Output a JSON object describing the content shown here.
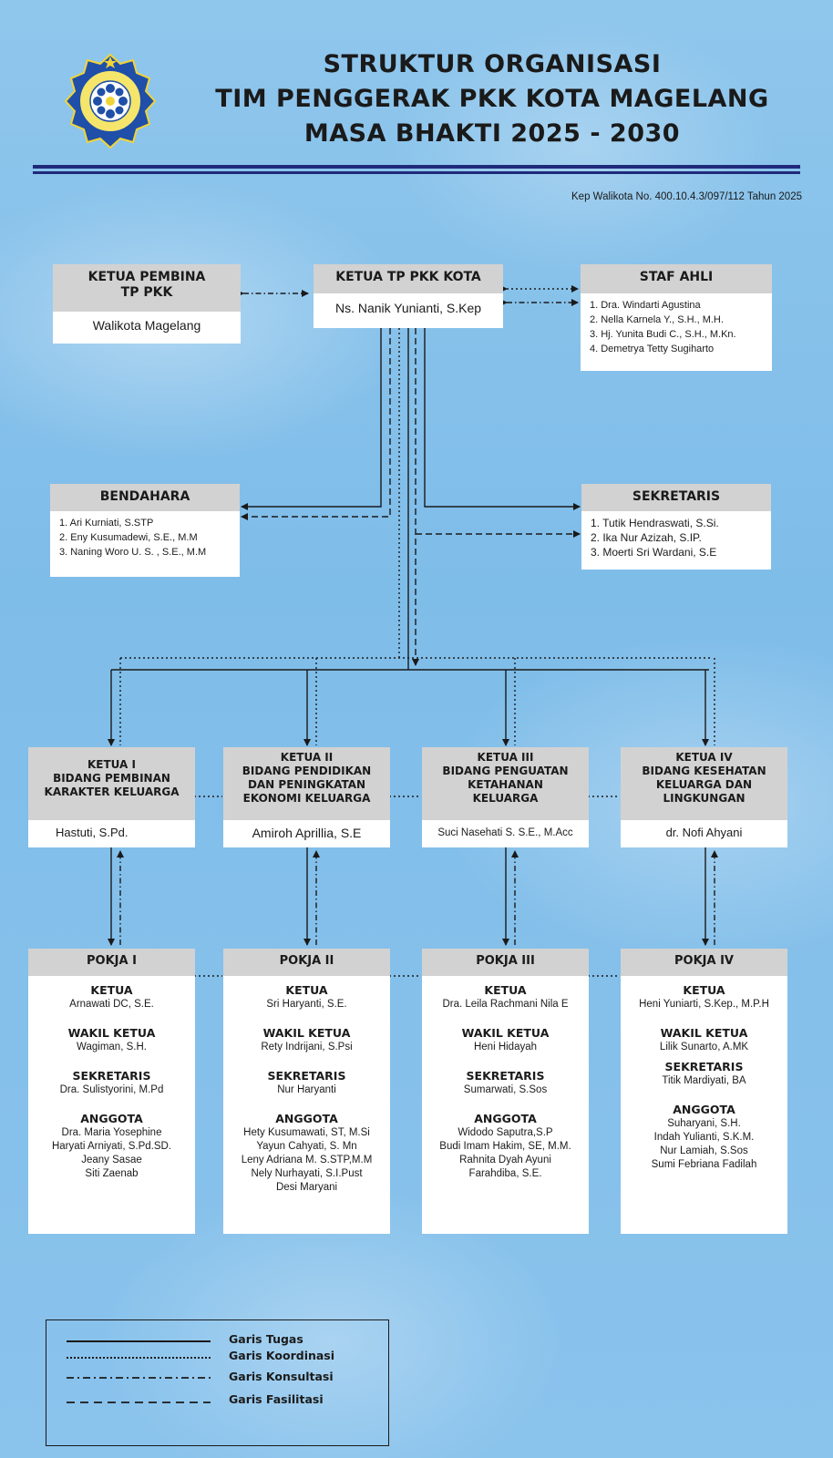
{
  "title": {
    "line1": "STRUKTUR ORGANISASI",
    "line2": "TIM PENGGERAK PKK KOTA MAGELANG",
    "line3": "MASA BHAKTI 2025 - 2030"
  },
  "reference": "Kep Walikota No. 400.10.4.3/097/112 Tahun 2025",
  "colors": {
    "rule": "#1f2a7a",
    "header": "#d2d2d2",
    "box": "#ffffff",
    "background": "#86c1eb"
  },
  "ketua_pembina": {
    "header": "KETUA PEMBINA\nTP PKK",
    "name": "Walikota Magelang"
  },
  "ketua_tp": {
    "header": "KETUA TP PKK KOTA",
    "name": "Ns. Nanik Yunianti, S.Kep"
  },
  "staf_ahli": {
    "header": "STAF AHLI",
    "members": [
      "1. Dra. Windarti Agustina",
      "2. Nella Karnela Y., S.H., M.H.",
      "3. Hj. Yunita Budi C., S.H., M.Kn.",
      "4. Demetrya Tetty Sugiharto"
    ]
  },
  "bendahara": {
    "header": "BENDAHARA",
    "members": [
      "1. Ari Kurniati, S.STP",
      "2. Eny Kusumadewi, S.E., M.M",
      "3. Naning Woro U. S. , S.E., M.M"
    ]
  },
  "sekretaris": {
    "header": "SEKRETARIS",
    "members": [
      "1. Tutik Hendraswati, S.Si.",
      "2. Ika Nur Azizah, S.IP.",
      "3. Moerti Sri Wardani, S.E"
    ]
  },
  "ketua_bidang": [
    {
      "header": "KETUA I\nBIDANG PEMBINAN\nKARAKTER KELUARGA",
      "name": "Hastuti, S.Pd."
    },
    {
      "header": "KETUA II\nBIDANG PENDIDIKAN\nDAN PENINGKATAN\nEKONOMI KELUARGA",
      "name": "Amiroh Aprillia, S.E"
    },
    {
      "header": "KETUA III\nBIDANG PENGUATAN\nKETAHANAN\nKELUARGA",
      "name": "Suci Nasehati S.  S.E., M.Acc"
    },
    {
      "header": "KETUA IV\nBIDANG KESEHATAN\nKELUARGA DAN\nLINGKUNGAN",
      "name": "dr. Nofi Ahyani"
    }
  ],
  "pokja": [
    {
      "header": "POKJA I",
      "ketua_label": "KETUA",
      "ketua": "Arnawati DC, S.E.",
      "wakil_label": "WAKIL KETUA",
      "wakil": "Wagiman, S.H.",
      "sekretaris_label": "SEKRETARIS",
      "sekretaris": "Dra. Sulistyorini, M.Pd",
      "anggota_label": "ANGGOTA",
      "anggota": [
        "Dra. Maria Yosephine",
        "Haryati Arniyati, S.Pd.SD.",
        "Jeany Sasae",
        "Siti Zaenab"
      ]
    },
    {
      "header": "POKJA II",
      "ketua_label": "KETUA",
      "ketua": "Sri Haryanti, S.E.",
      "wakil_label": "WAKIL KETUA",
      "wakil": "Rety Indrijani, S.Psi",
      "sekretaris_label": "SEKRETARIS",
      "sekretaris": "Nur Haryanti",
      "anggota_label": "ANGGOTA",
      "anggota": [
        "Hety Kusumawati, ST, M.Si",
        "Yayun Cahyati, S. Mn",
        "Leny Adriana M. S.STP,M.M",
        "Nely Nurhayati, S.I.Pust",
        "Desi Maryani"
      ]
    },
    {
      "header": "POKJA III",
      "ketua_label": "KETUA",
      "ketua": "Dra. Leila Rachmani Nila E",
      "wakil_label": "WAKIL KETUA",
      "wakil": "Heni Hidayah",
      "sekretaris_label": "SEKRETARIS",
      "sekretaris": "Sumarwati, S.Sos",
      "anggota_label": "ANGGOTA",
      "anggota": [
        "Widodo Saputra,S.P",
        "Budi Imam Hakim, SE, M.M.",
        "Rahnita Dyah Ayuni",
        "Farahdiba, S.E."
      ]
    },
    {
      "header": "POKJA IV",
      "ketua_label": "KETUA",
      "ketua": "Heni Yuniarti, S.Kep., M.P.H",
      "wakil_label": "WAKIL KETUA",
      "wakil": "Lilik Sunarto, A.MK",
      "sekretaris_label": "SEKRETARIS",
      "sekretaris": "Titik Mardiyati, BA",
      "anggota_label": "ANGGOTA",
      "anggota": [
        "Suharyani, S.H.",
        "Indah Yulianti, S.K.M.",
        "Nur Lamiah, S.Sos",
        "Sumi Febriana Fadilah"
      ]
    }
  ],
  "legend": [
    {
      "label": "Garis Tugas",
      "style": "solid"
    },
    {
      "label": "Garis Koordinasi",
      "style": "dotted"
    },
    {
      "label": "Garis Konsultasi",
      "style": "dashdot"
    },
    {
      "label": "Garis Fasilitasi",
      "style": "dashed"
    }
  ]
}
